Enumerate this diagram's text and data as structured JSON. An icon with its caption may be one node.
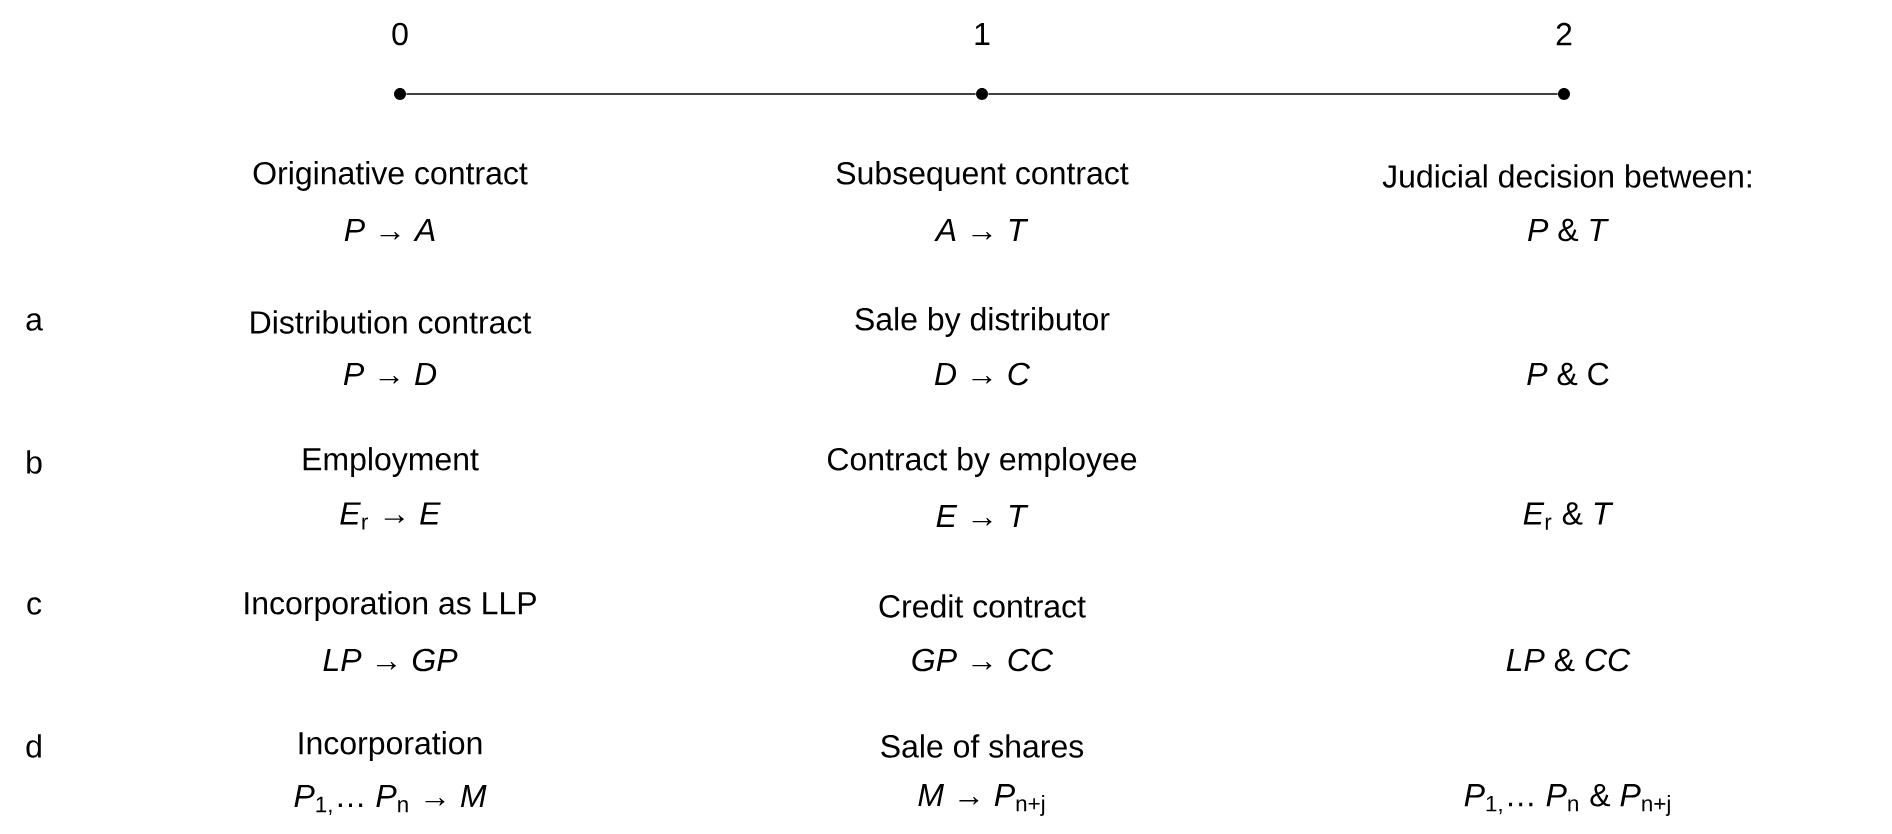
{
  "diagram": {
    "nodes": [
      {
        "text": [
          "0"
        ]
      },
      {
        "text": [
          "1"
        ]
      },
      {
        "text": [
          "2"
        ]
      }
    ],
    "edges": [
      {
        "from": 0,
        "to": 1,
        "arrow": "none"
      },
      {
        "from": 1,
        "to": 2,
        "arrow": "none"
      }
    ],
    "labels": [
      "Originative contract",
      "*P* → *A*",
      "Subsequent contract",
      "*A* → *T*",
      "Judicial decision between:",
      "*P* & *T*",
      "a",
      "Distribution contract",
      "*P* → *D*",
      "Sale by distributor",
      "*D* → *C*",
      "*P* & C",
      "b",
      "Employment",
      "*E*$_{r}$ → *E*",
      "Contract by employee",
      "*E* → *T*",
      "*E*$_{r}$ & *T*",
      "c",
      "Incorporation as LLP",
      "*LP* → *GP*",
      "Credit contract",
      "*GP* → *CC*",
      "*LP* & *CC*",
      "d",
      "Incorporation",
      "*P*$_{1,}$… *P*$_{n}$ → *M*",
      "Sale of shares",
      "*M* → *P*$_{n+j}$",
      "*P*$_{1,}$… *P*$_{n}$ & *P*$_{n+j}$"
    ]
  }
}
